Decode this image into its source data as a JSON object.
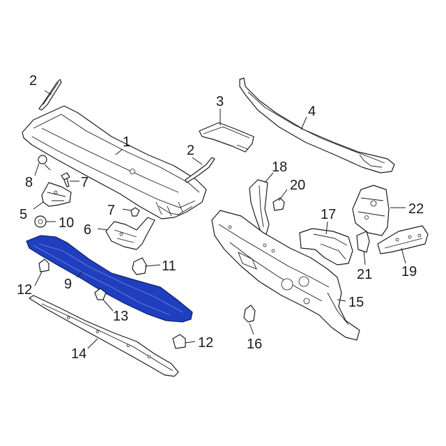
{
  "diagram": {
    "highlight_color": "#1f3fbf",
    "callouts": [
      {
        "id": "c1",
        "text": "1"
      },
      {
        "id": "c2a",
        "text": "2"
      },
      {
        "id": "c2b",
        "text": "2"
      },
      {
        "id": "c3",
        "text": "3"
      },
      {
        "id": "c4",
        "text": "4"
      },
      {
        "id": "c5",
        "text": "5"
      },
      {
        "id": "c6",
        "text": "6"
      },
      {
        "id": "c7a",
        "text": "7"
      },
      {
        "id": "c7b",
        "text": "7"
      },
      {
        "id": "c8",
        "text": "8"
      },
      {
        "id": "c9",
        "text": "9"
      },
      {
        "id": "c10",
        "text": "10"
      },
      {
        "id": "c11",
        "text": "11"
      },
      {
        "id": "c12a",
        "text": "12"
      },
      {
        "id": "c12b",
        "text": "12"
      },
      {
        "id": "c13",
        "text": "13"
      },
      {
        "id": "c14",
        "text": "14"
      },
      {
        "id": "c15",
        "text": "15"
      },
      {
        "id": "c16",
        "text": "16"
      },
      {
        "id": "c17",
        "text": "17"
      },
      {
        "id": "c18",
        "text": "18"
      },
      {
        "id": "c19",
        "text": "19"
      },
      {
        "id": "c20",
        "text": "20"
      },
      {
        "id": "c21",
        "text": "21"
      },
      {
        "id": "c22",
        "text": "22"
      }
    ]
  }
}
